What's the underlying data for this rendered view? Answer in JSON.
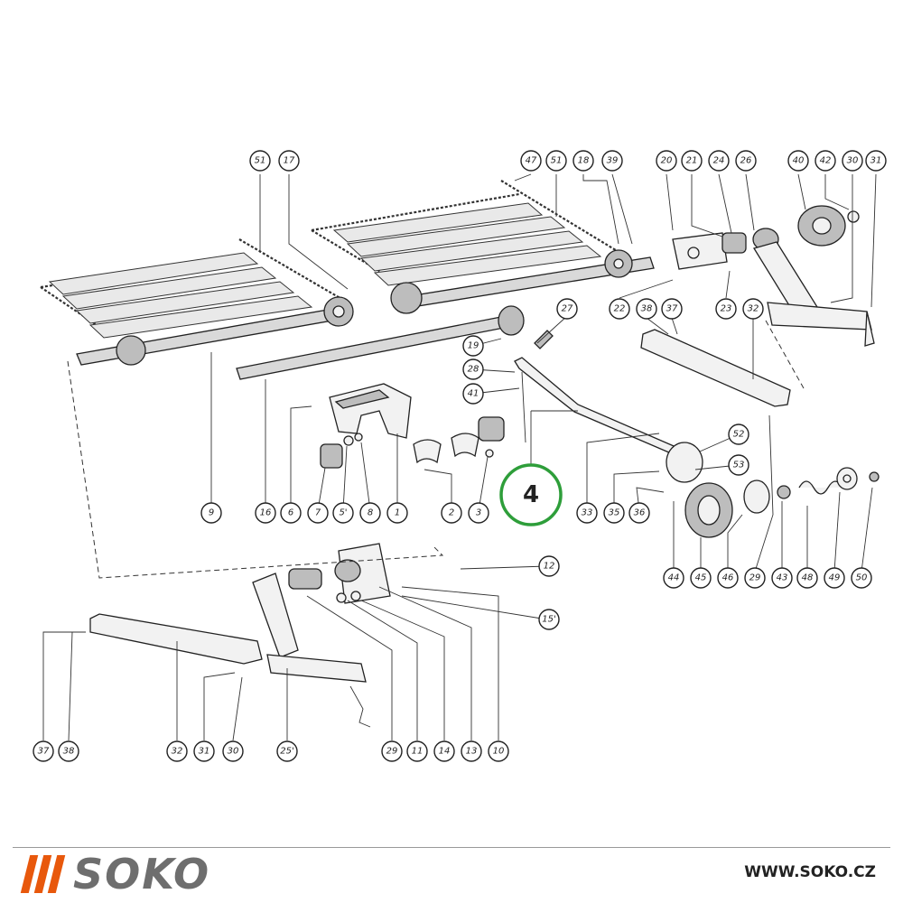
{
  "diagram": {
    "highlight_label": "4",
    "callouts": [
      {
        "id": "c51a",
        "label": "51"
      },
      {
        "id": "c17a",
        "label": "17"
      },
      {
        "id": "c47",
        "label": "47"
      },
      {
        "id": "c51b",
        "label": "51"
      },
      {
        "id": "c18",
        "label": "18"
      },
      {
        "id": "c39",
        "label": "39"
      },
      {
        "id": "c20",
        "label": "20"
      },
      {
        "id": "c21",
        "label": "21"
      },
      {
        "id": "c24",
        "label": "24"
      },
      {
        "id": "c26",
        "label": "26"
      },
      {
        "id": "c40",
        "label": "40"
      },
      {
        "id": "c42",
        "label": "42"
      },
      {
        "id": "c30a",
        "label": "30"
      },
      {
        "id": "c31a",
        "label": "31"
      },
      {
        "id": "c22",
        "label": "22"
      },
      {
        "id": "c23",
        "label": "23"
      },
      {
        "id": "c38a",
        "label": "38"
      },
      {
        "id": "c37a",
        "label": "37"
      },
      {
        "id": "c32a",
        "label": "32"
      },
      {
        "id": "c27",
        "label": "27"
      },
      {
        "id": "c19",
        "label": "19"
      },
      {
        "id": "c28",
        "label": "28"
      },
      {
        "id": "c41",
        "label": "41"
      },
      {
        "id": "c52",
        "label": "52"
      },
      {
        "id": "c53",
        "label": "53"
      },
      {
        "id": "c9",
        "label": "9"
      },
      {
        "id": "c16",
        "label": "16"
      },
      {
        "id": "c6",
        "label": "6"
      },
      {
        "id": "c7",
        "label": "7"
      },
      {
        "id": "c5",
        "label": "5'"
      },
      {
        "id": "c8",
        "label": "8"
      },
      {
        "id": "c1",
        "label": "1"
      },
      {
        "id": "c2",
        "label": "2"
      },
      {
        "id": "c3",
        "label": "3"
      },
      {
        "id": "c33",
        "label": "33"
      },
      {
        "id": "c35",
        "label": "35"
      },
      {
        "id": "c36",
        "label": "36"
      },
      {
        "id": "c44",
        "label": "44"
      },
      {
        "id": "c45",
        "label": "45"
      },
      {
        "id": "c46",
        "label": "46"
      },
      {
        "id": "c29a",
        "label": "29"
      },
      {
        "id": "c43",
        "label": "43"
      },
      {
        "id": "c48",
        "label": "48"
      },
      {
        "id": "c49",
        "label": "49"
      },
      {
        "id": "c50",
        "label": "50"
      },
      {
        "id": "c12",
        "label": "12"
      },
      {
        "id": "c15",
        "label": "15'"
      },
      {
        "id": "c37b",
        "label": "37"
      },
      {
        "id": "c38b",
        "label": "38"
      },
      {
        "id": "c32b",
        "label": "32"
      },
      {
        "id": "c31b",
        "label": "31"
      },
      {
        "id": "c30b",
        "label": "30"
      },
      {
        "id": "c25",
        "label": "25'"
      },
      {
        "id": "c29b",
        "label": "29"
      },
      {
        "id": "c11",
        "label": "11"
      },
      {
        "id": "c14",
        "label": "14"
      },
      {
        "id": "c13",
        "label": "13"
      },
      {
        "id": "c10",
        "label": "10"
      }
    ]
  },
  "footer": {
    "brand_name": "SOKO",
    "site_url": "WWW.SOKO.CZ",
    "brand_color": "#e8580c",
    "accent_color": "#2e9e3a"
  }
}
